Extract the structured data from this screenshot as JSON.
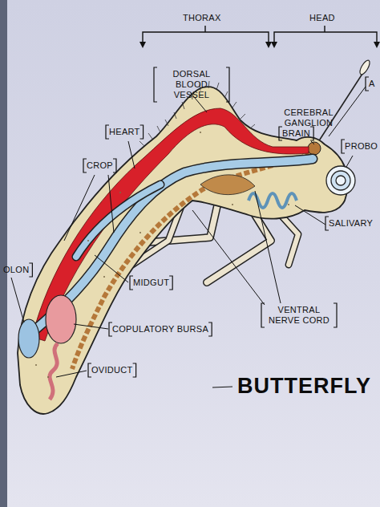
{
  "diagram": {
    "title": "BUTTERFLY",
    "labels": [
      "THORAX",
      "HEAD",
      "DORSAL BLOOD VESSEL",
      "CEREBRAL GANGLION",
      "BRAIN",
      "A",
      "PROBO",
      "HEART",
      "CROP",
      "SALIVARY",
      "OLON",
      "MIDGUT",
      "VENTRAL NERVE CORD",
      "COPULATORY BURSA",
      "OVIDUCT"
    ]
  }
}
